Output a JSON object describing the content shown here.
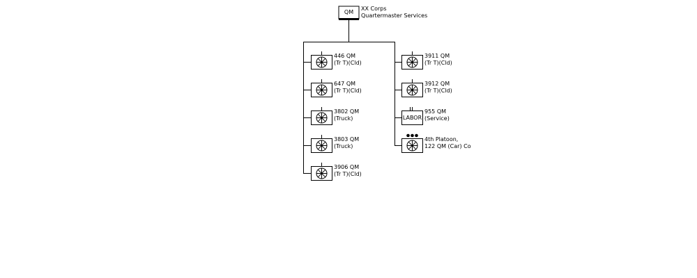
{
  "hq": {
    "symbol_text": "QM",
    "name_line1": "XX Corps",
    "name_line2": "Quartermaster Services"
  },
  "left_units": [
    {
      "line1": "446 QM",
      "line2": "(Tr T)(Cld)",
      "symbol": "wheel-icon"
    },
    {
      "line1": "647 QM",
      "line2": "(Tr T)(Cld)",
      "symbol": "wheel-icon"
    },
    {
      "line1": "3802 QM",
      "line2": "(Truck)",
      "symbol": "wheel-icon"
    },
    {
      "line1": "3803 QM",
      "line2": "(Truck)",
      "symbol": "wheel-icon"
    },
    {
      "line1": "3906 QM",
      "line2": "(Tr T)(Cld)",
      "symbol": "wheel-icon"
    }
  ],
  "right_units": [
    {
      "line1": "3911 QM",
      "line2": "(Tr T)(Cld)",
      "symbol": "wheel-icon"
    },
    {
      "line1": "3912 QM",
      "line2": "(Tr T)(Cld)",
      "symbol": "wheel-icon"
    },
    {
      "line1": "955 QM",
      "line2": "(Service)",
      "symbol": "labor-icon",
      "symbol_text": "LABOR"
    },
    {
      "line1": "4th Platoon,",
      "line2": "122 QM (Car) Co",
      "symbol": "wheel-icon",
      "echelon": "platoon"
    }
  ]
}
